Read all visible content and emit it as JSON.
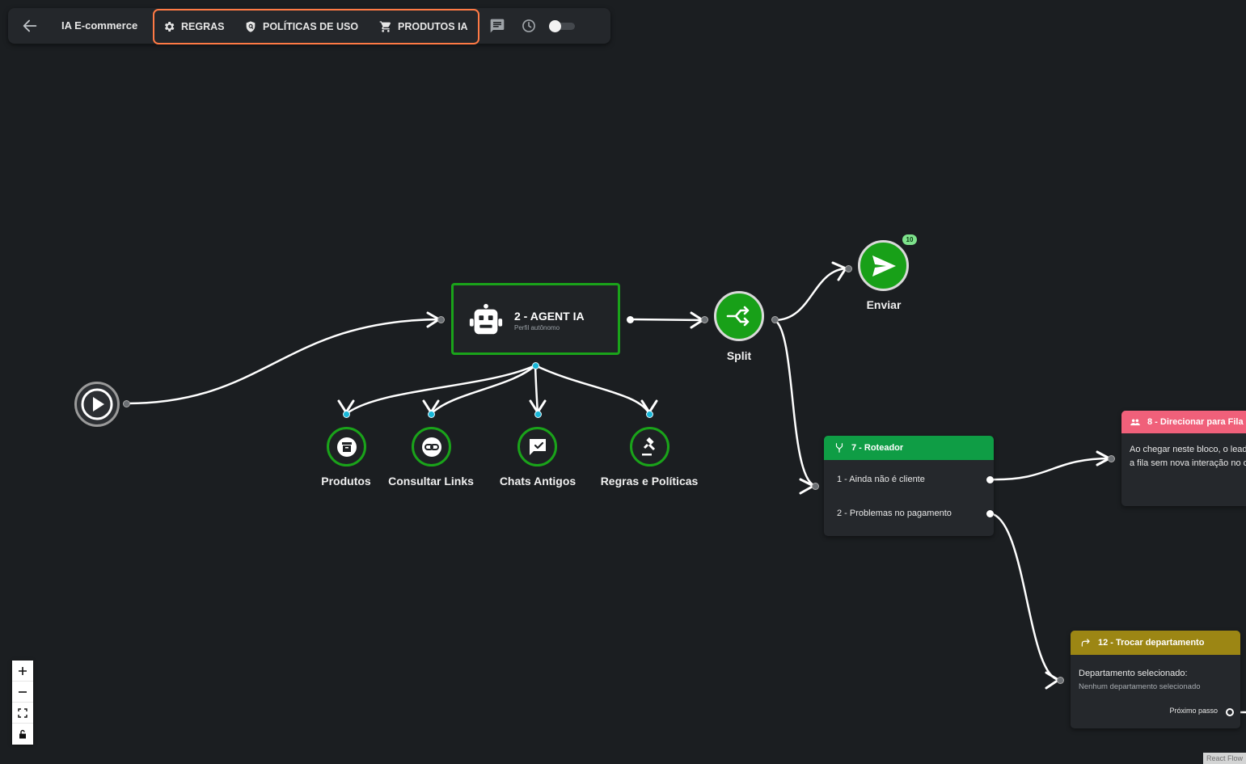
{
  "toolbar": {
    "title": "IA E-commerce",
    "regras_label": "REGRAS",
    "politicas_label": "POLÍTICAS DE USO",
    "produtos_label": "PRODUTOS IA",
    "group_border_color": "#ff7a45"
  },
  "nodes": {
    "agent": {
      "title": "2 - AGENT IA",
      "subtitle": "Perfil autônomo",
      "border_color": "#1aa31a"
    },
    "tools": [
      {
        "label": "Produtos",
        "icon": "archive-icon"
      },
      {
        "label": "Consultar Links",
        "icon": "link-icon"
      },
      {
        "label": "Chats Antigos",
        "icon": "chat-check-icon"
      },
      {
        "label": "Regras e Políticas",
        "icon": "gavel-icon"
      }
    ],
    "split": {
      "label": "Split"
    },
    "enviar": {
      "label": "Enviar",
      "badge": "10"
    },
    "roteador": {
      "title": "7 - Roteador",
      "header_color": "#0f9d45",
      "routes": [
        "1 - Ainda não é cliente",
        "2 - Problemas no pagamento"
      ]
    },
    "fila": {
      "title": "8 - Direcionar para Fila",
      "header_color": "#f0607a",
      "body": "Ao chegar neste bloco, o lead será direcionado para a fila sem nova interação no chat"
    },
    "departamento": {
      "title": "12 - Trocar departamento",
      "header_color": "#9c8614",
      "selected_label": "Departamento selecionado:",
      "selected_value": "Nenhum departamento selecionado",
      "next_label": "Próximo passo"
    }
  },
  "attribution": "React Flow"
}
